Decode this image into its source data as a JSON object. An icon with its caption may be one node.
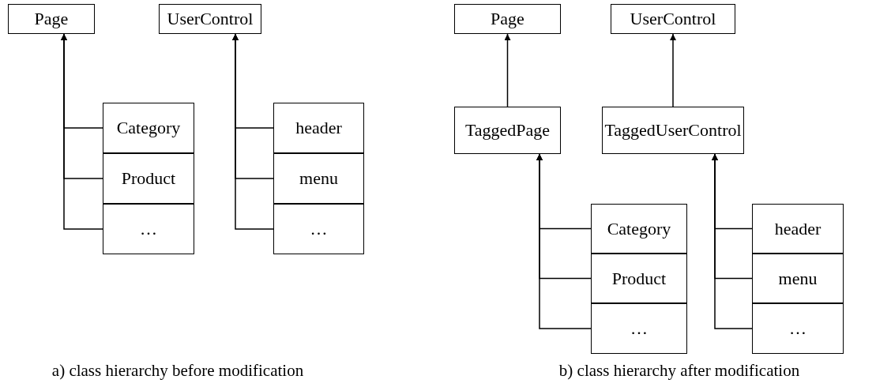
{
  "diagram": {
    "nodes": [
      {
        "text": [
          "Page"
        ]
      },
      {
        "text": [
          "UserControl"
        ]
      },
      {
        "text": [
          "Category"
        ]
      },
      {
        "text": [
          "Product"
        ]
      },
      {
        "text": [
          "…"
        ]
      },
      {
        "text": [
          "header"
        ]
      },
      {
        "text": [
          "menu"
        ]
      },
      {
        "text": [
          "…"
        ]
      },
      {
        "text": [
          "Page"
        ]
      },
      {
        "text": [
          "UserControl"
        ]
      },
      {
        "text": [
          "TaggedPage"
        ]
      },
      {
        "text": [
          "TaggedUserControl"
        ]
      },
      {
        "text": [
          "Category"
        ]
      },
      {
        "text": [
          "Product"
        ]
      },
      {
        "text": [
          "…"
        ]
      },
      {
        "text": [
          "header"
        ]
      },
      {
        "text": [
          "menu"
        ]
      },
      {
        "text": [
          "…"
        ]
      }
    ],
    "edges": [
      {
        "from": 2,
        "to": 0,
        "arrow": "to"
      },
      {
        "from": 3,
        "to": 0,
        "arrow": "to"
      },
      {
        "from": 4,
        "to": 0,
        "arrow": "to"
      },
      {
        "from": 5,
        "to": 1,
        "arrow": "to"
      },
      {
        "from": 6,
        "to": 1,
        "arrow": "to"
      },
      {
        "from": 7,
        "to": 1,
        "arrow": "to"
      },
      {
        "from": 10,
        "to": 8,
        "arrow": "to"
      },
      {
        "from": 11,
        "to": 9,
        "arrow": "to"
      },
      {
        "from": 12,
        "to": 10,
        "arrow": "to"
      },
      {
        "from": 13,
        "to": 10,
        "arrow": "to"
      },
      {
        "from": 14,
        "to": 10,
        "arrow": "to"
      },
      {
        "from": 15,
        "to": 11,
        "arrow": "to"
      },
      {
        "from": 16,
        "to": 11,
        "arrow": "to"
      },
      {
        "from": 17,
        "to": 11,
        "arrow": "to"
      }
    ],
    "labels": [
      "a) class hierarchy before modification",
      "b) class hierarchy after modification"
    ]
  }
}
